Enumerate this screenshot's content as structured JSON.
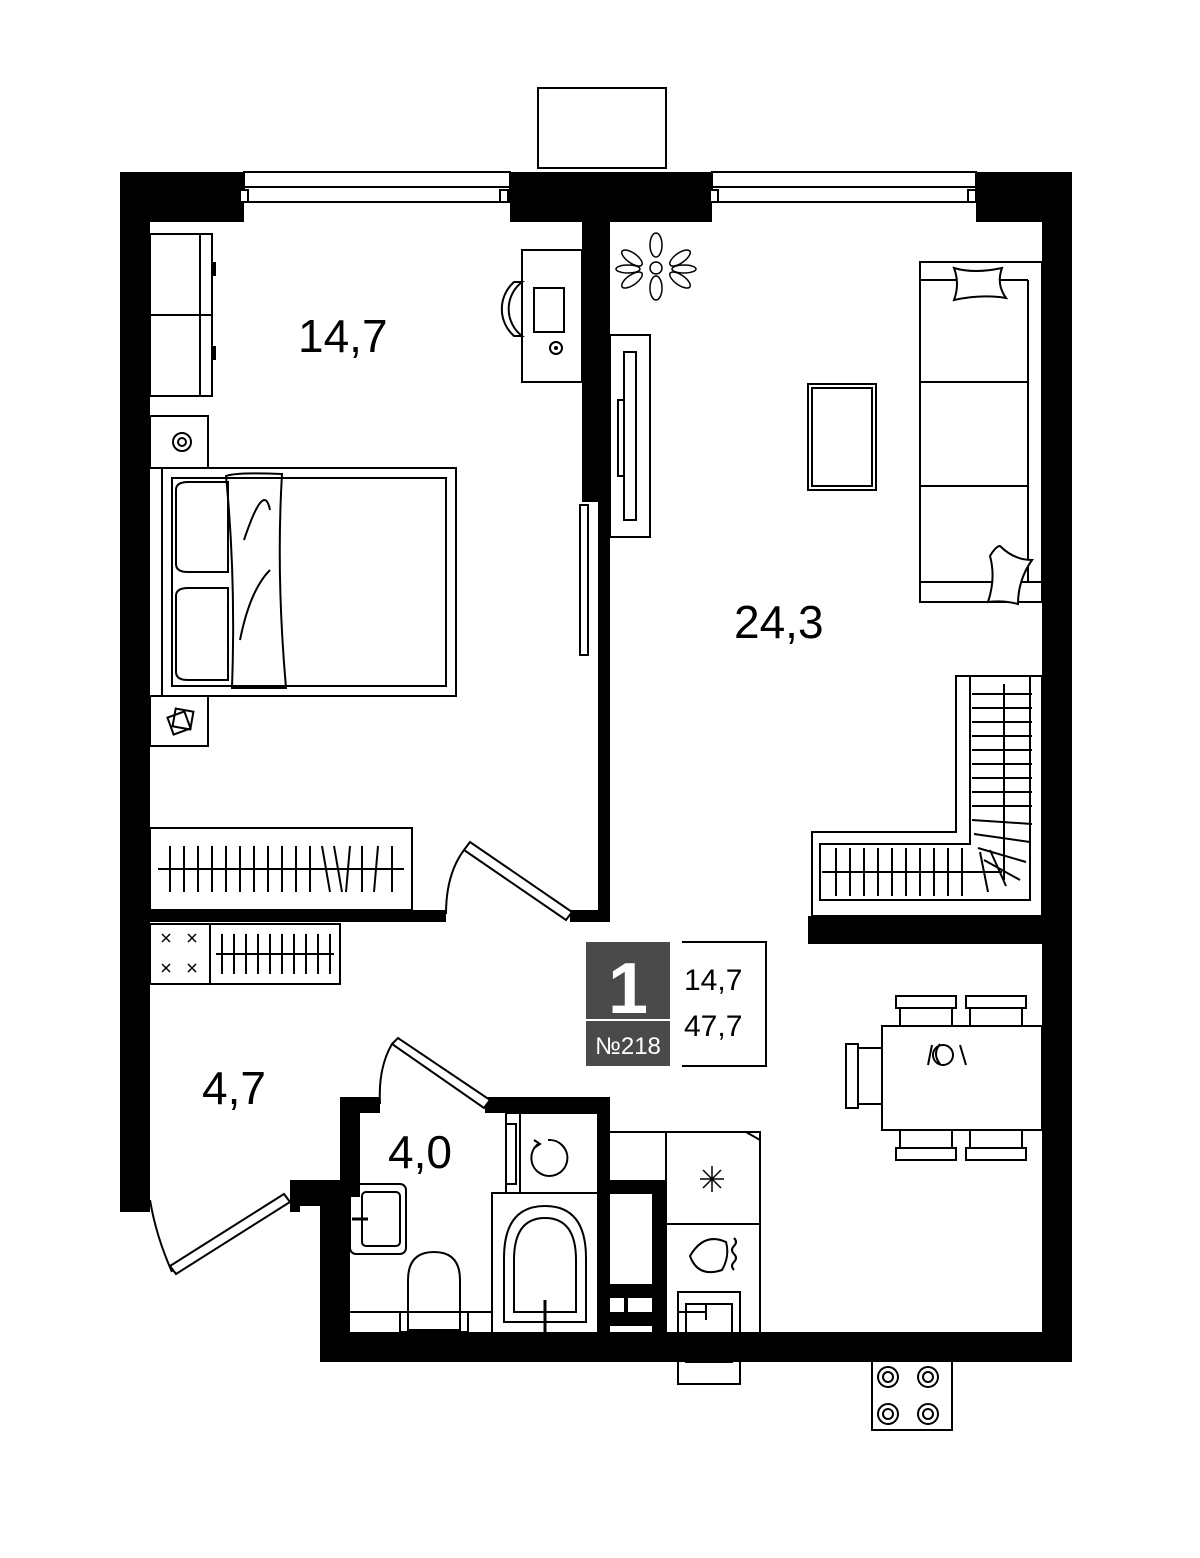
{
  "rooms": {
    "bedroom_area": "14,7",
    "living_area": "24,3",
    "hall_area": "4,7",
    "bathroom_area": "4,0"
  },
  "info": {
    "room_count": "1",
    "apartment_number": "№218",
    "living_space": "14,7",
    "total_space": "47,7"
  },
  "colors": {
    "wall": "#000000",
    "badge": "#4a4a4a",
    "background": "#ffffff"
  }
}
